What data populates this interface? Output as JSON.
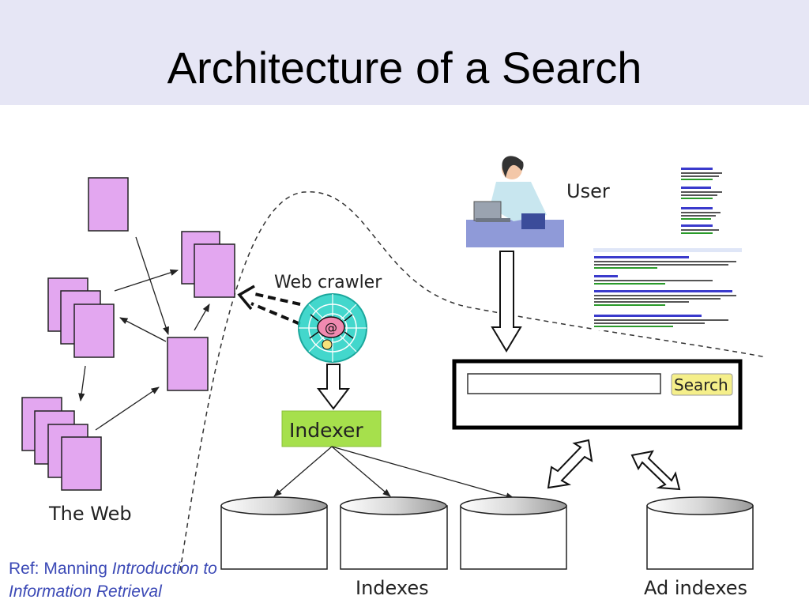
{
  "slide": {
    "title": "Architecture of a Search"
  },
  "labels": {
    "user": "User",
    "web_crawler": "Web crawler",
    "indexer": "Indexer",
    "search_button": "Search",
    "the_web": "The Web",
    "indexes": "Indexes",
    "ad_indexes": "Ad indexes"
  },
  "reference": {
    "prefix": "Ref: Manning ",
    "title_line1": "Introduction to",
    "title_line2": "Information Retrieval"
  },
  "colors": {
    "title_band": "#e6e6f5",
    "web_page_fill": "#e3a7f0",
    "indexer_fill": "#a6e04c",
    "search_button_fill": "#f5ef8a",
    "reference_text": "#3b49b6"
  },
  "icons": {
    "user": "user-at-computer-icon",
    "crawler": "spider-web-icon"
  }
}
